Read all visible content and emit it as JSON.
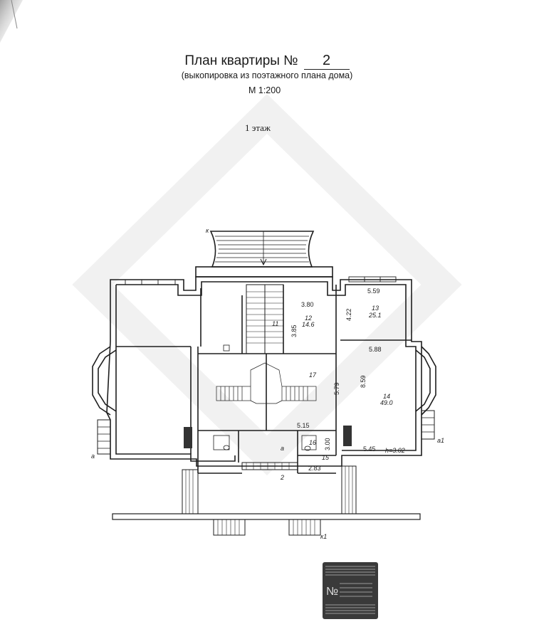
{
  "header": {
    "title": "План квартиры №",
    "apartment_number": "2",
    "subtitle": "(выкопировка из поэтажного плана дома)",
    "scale": "М 1:200",
    "floor": "1 этаж"
  },
  "plan": {
    "rooms": {
      "r12_num": "12",
      "r12_area": "14.6",
      "r13_num": "13",
      "r13_area": "25.1",
      "r14_num": "14",
      "r14_area": "49.0",
      "r11_num": "11",
      "r17_num": "17",
      "r16_num": "16",
      "r15_num": "15",
      "ra_num": "а"
    },
    "dims": {
      "d559": "5.59",
      "d380": "3.80",
      "d422": "4.22",
      "d385": "3.85",
      "d588": "5.88",
      "d859": "8.59",
      "d579": "5.79",
      "d515": "5.15",
      "d300": "3.00",
      "d545": "5.45",
      "d283": "2.83",
      "height": "h=3.02"
    },
    "marks": {
      "k": "к",
      "k1": "к1",
      "a": "а",
      "a1": "а1",
      "n2": "2"
    }
  },
  "stamp": {
    "text": "ГОСУДАРСТВЕННОЕ УНИТАРНОЕ ПРЕДПРИЯТИЕ ТЕХНИЧЕСКОЙ ИНВЕНТАРИЗАЦИИ"
  }
}
